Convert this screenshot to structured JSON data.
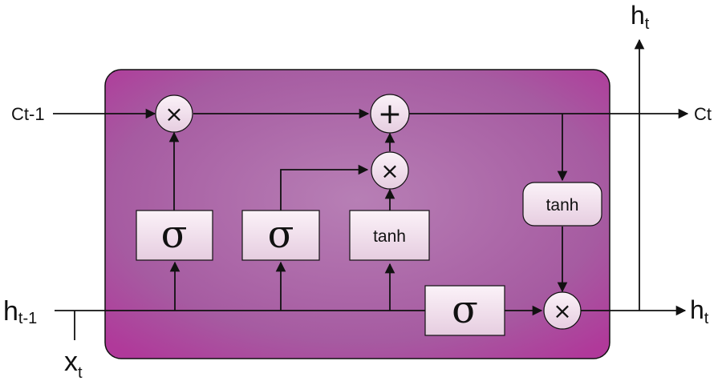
{
  "labels": {
    "c_in": "Ct-1",
    "c_out": "Ct",
    "h_in_main": "h",
    "h_in_sub": "t-1",
    "x_in_main": "x",
    "x_in_sub": "t",
    "h_out_right_main": "h",
    "h_out_right_sub": "t",
    "h_out_top_main": "h",
    "h_out_top_sub": "t"
  },
  "gates": {
    "forget_symbol": "σ",
    "input_symbol": "σ",
    "candidate_label": "tanh",
    "output_symbol": "σ",
    "cell_tanh_label": "tanh"
  },
  "operators": {
    "multiply": "×",
    "add": "+"
  },
  "colors": {
    "cell_fill": "#a85aa4",
    "cell_edge": "#b0399a",
    "gate_fill": "#f3e2ee",
    "line": "#111111"
  }
}
